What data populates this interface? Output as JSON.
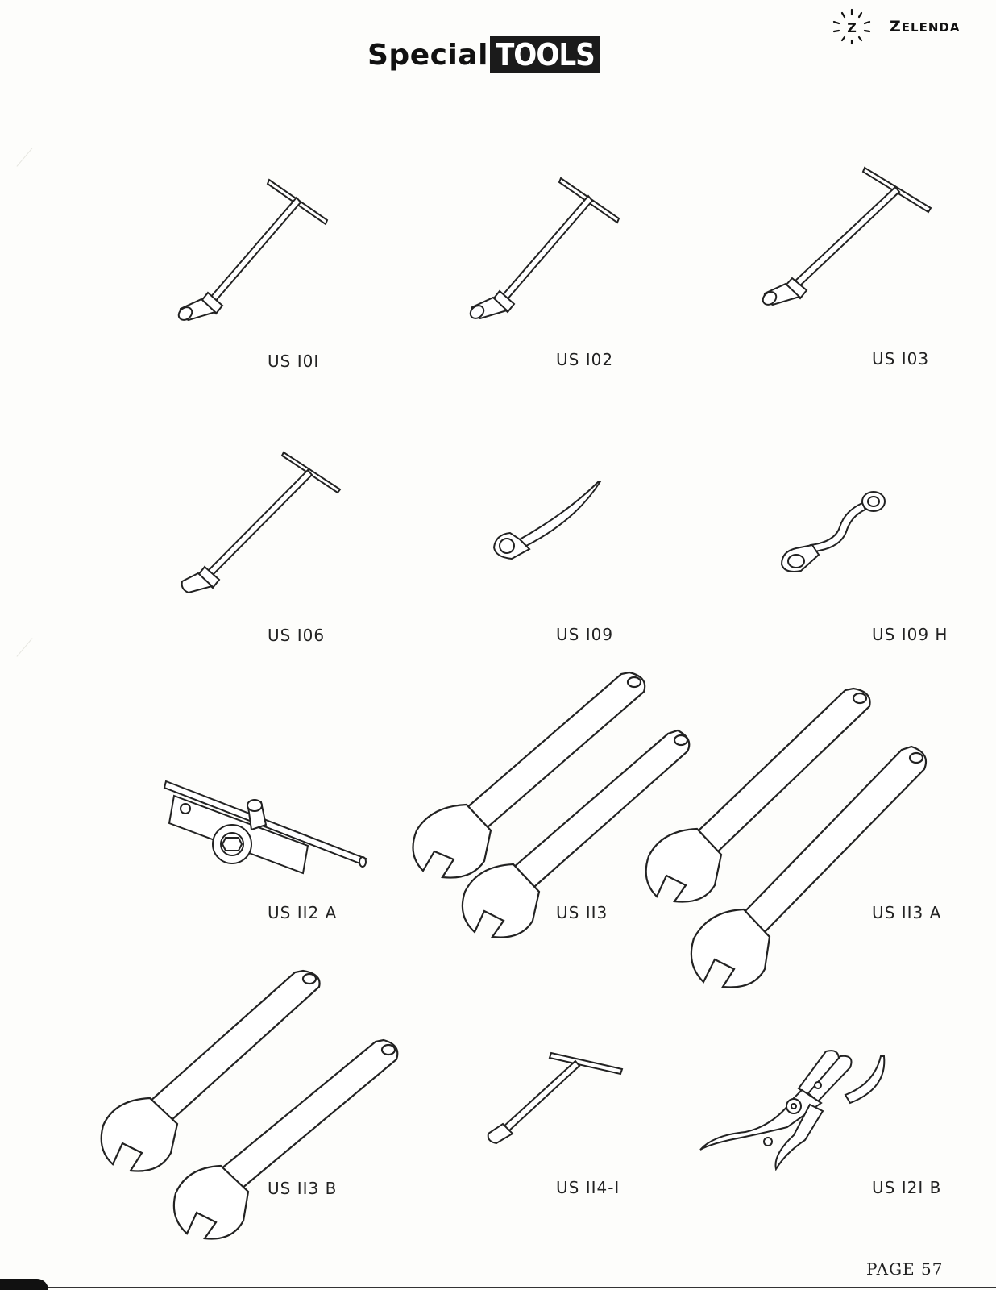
{
  "header": {
    "title_special": "Special",
    "title_tools": "TOOLS",
    "brand_initial": "Z",
    "brand_rest": "ELENDA",
    "logo_icon": "zelenda-sunburst-logo"
  },
  "tools": [
    {
      "label": "US I0I",
      "icon": "t-handle-socket-wrench-icon"
    },
    {
      "label": "US I02",
      "icon": "t-handle-socket-wrench-icon"
    },
    {
      "label": "US I03",
      "icon": "t-handle-socket-wrench-icon"
    },
    {
      "label": "US I06",
      "icon": "t-handle-socket-wrench-icon"
    },
    {
      "label": "US I09",
      "icon": "offset-ring-spanner-icon"
    },
    {
      "label": "US I09 H",
      "icon": "offset-box-wrench-icon"
    },
    {
      "label": "US II2 A",
      "icon": "bar-socket-puller-icon"
    },
    {
      "label": "US II3",
      "icon": "open-end-spanner-pair-icon"
    },
    {
      "label": "US II3 A",
      "icon": "open-end-spanner-pair-icon"
    },
    {
      "label": "US II3 B",
      "icon": "open-end-spanner-pair-icon"
    },
    {
      "label": "US II4-I",
      "icon": "t-handle-socket-wrench-icon"
    },
    {
      "label": "US I2I B",
      "icon": "piston-ring-pliers-icon"
    }
  ],
  "footer": {
    "page_label": "PAGE  57"
  }
}
